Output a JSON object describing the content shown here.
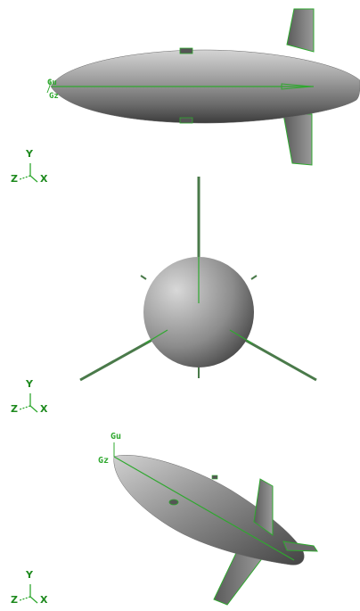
{
  "colors": {
    "accent": "#2fa82f",
    "axis_label": "#1e8a1e",
    "hull_dark": "#3c3c3c",
    "hull_mid": "#9a9a9a",
    "hull_light": "#d8d8d8",
    "background": "#ffffff"
  },
  "views": [
    {
      "name": "side-view",
      "frame_labels": [
        "Gu",
        "Gz"
      ]
    },
    {
      "name": "front-view",
      "frame_labels": []
    },
    {
      "name": "isometric-view",
      "frame_labels": [
        "Gu",
        "Gz"
      ]
    }
  ],
  "triad": {
    "y_label": "Y",
    "z_label": "Z",
    "x_label": "X"
  }
}
